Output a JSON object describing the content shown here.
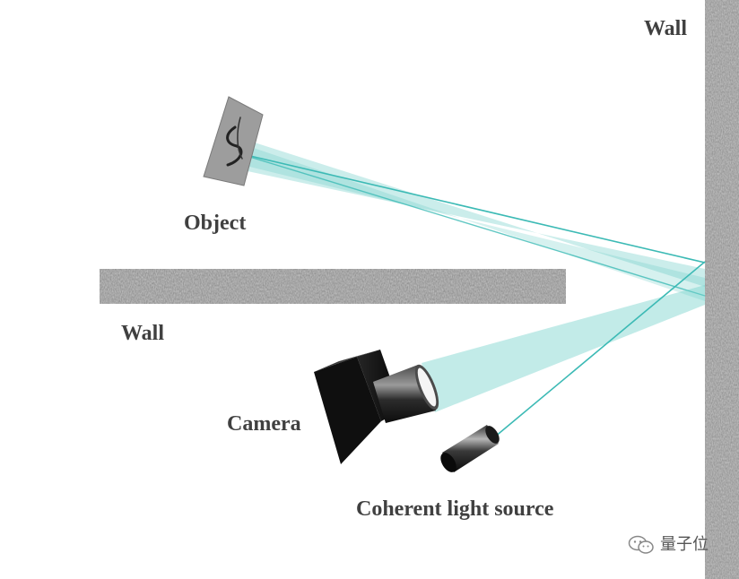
{
  "labels": {
    "wall_right": "Wall",
    "object": "Object",
    "wall_left": "Wall",
    "camera": "Camera",
    "light_source": "Coherent light source"
  },
  "watermark": {
    "text": "量子位",
    "icon": "wechat-icon"
  },
  "colors": {
    "beam": "#3cbab5",
    "wall": "#8c8c8c",
    "label": "#404040",
    "camera_body": "#151515"
  }
}
